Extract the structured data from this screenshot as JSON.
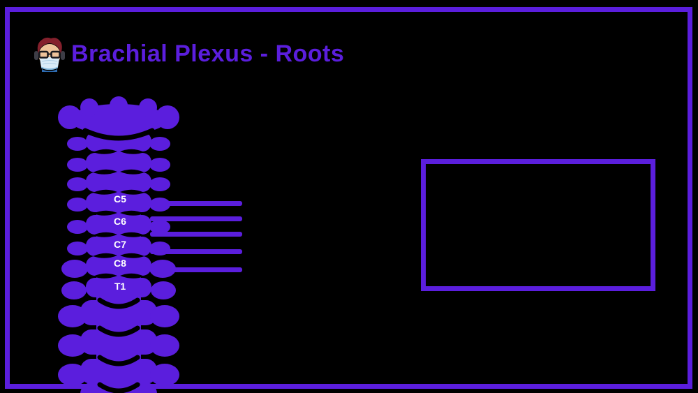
{
  "page": {
    "background_color": "#000000",
    "accent_color": "#5B1EDD",
    "label_color": "#FFFFFF"
  },
  "header": {
    "title": "Brachial Plexus - Roots",
    "avatar_icon": "masked-doctor-avatar"
  },
  "diagram": {
    "levels": [
      {
        "label": "C5"
      },
      {
        "label": "C6"
      },
      {
        "label": "C7"
      },
      {
        "label": "C8"
      },
      {
        "label": "T1"
      }
    ],
    "roots_count": 5
  }
}
